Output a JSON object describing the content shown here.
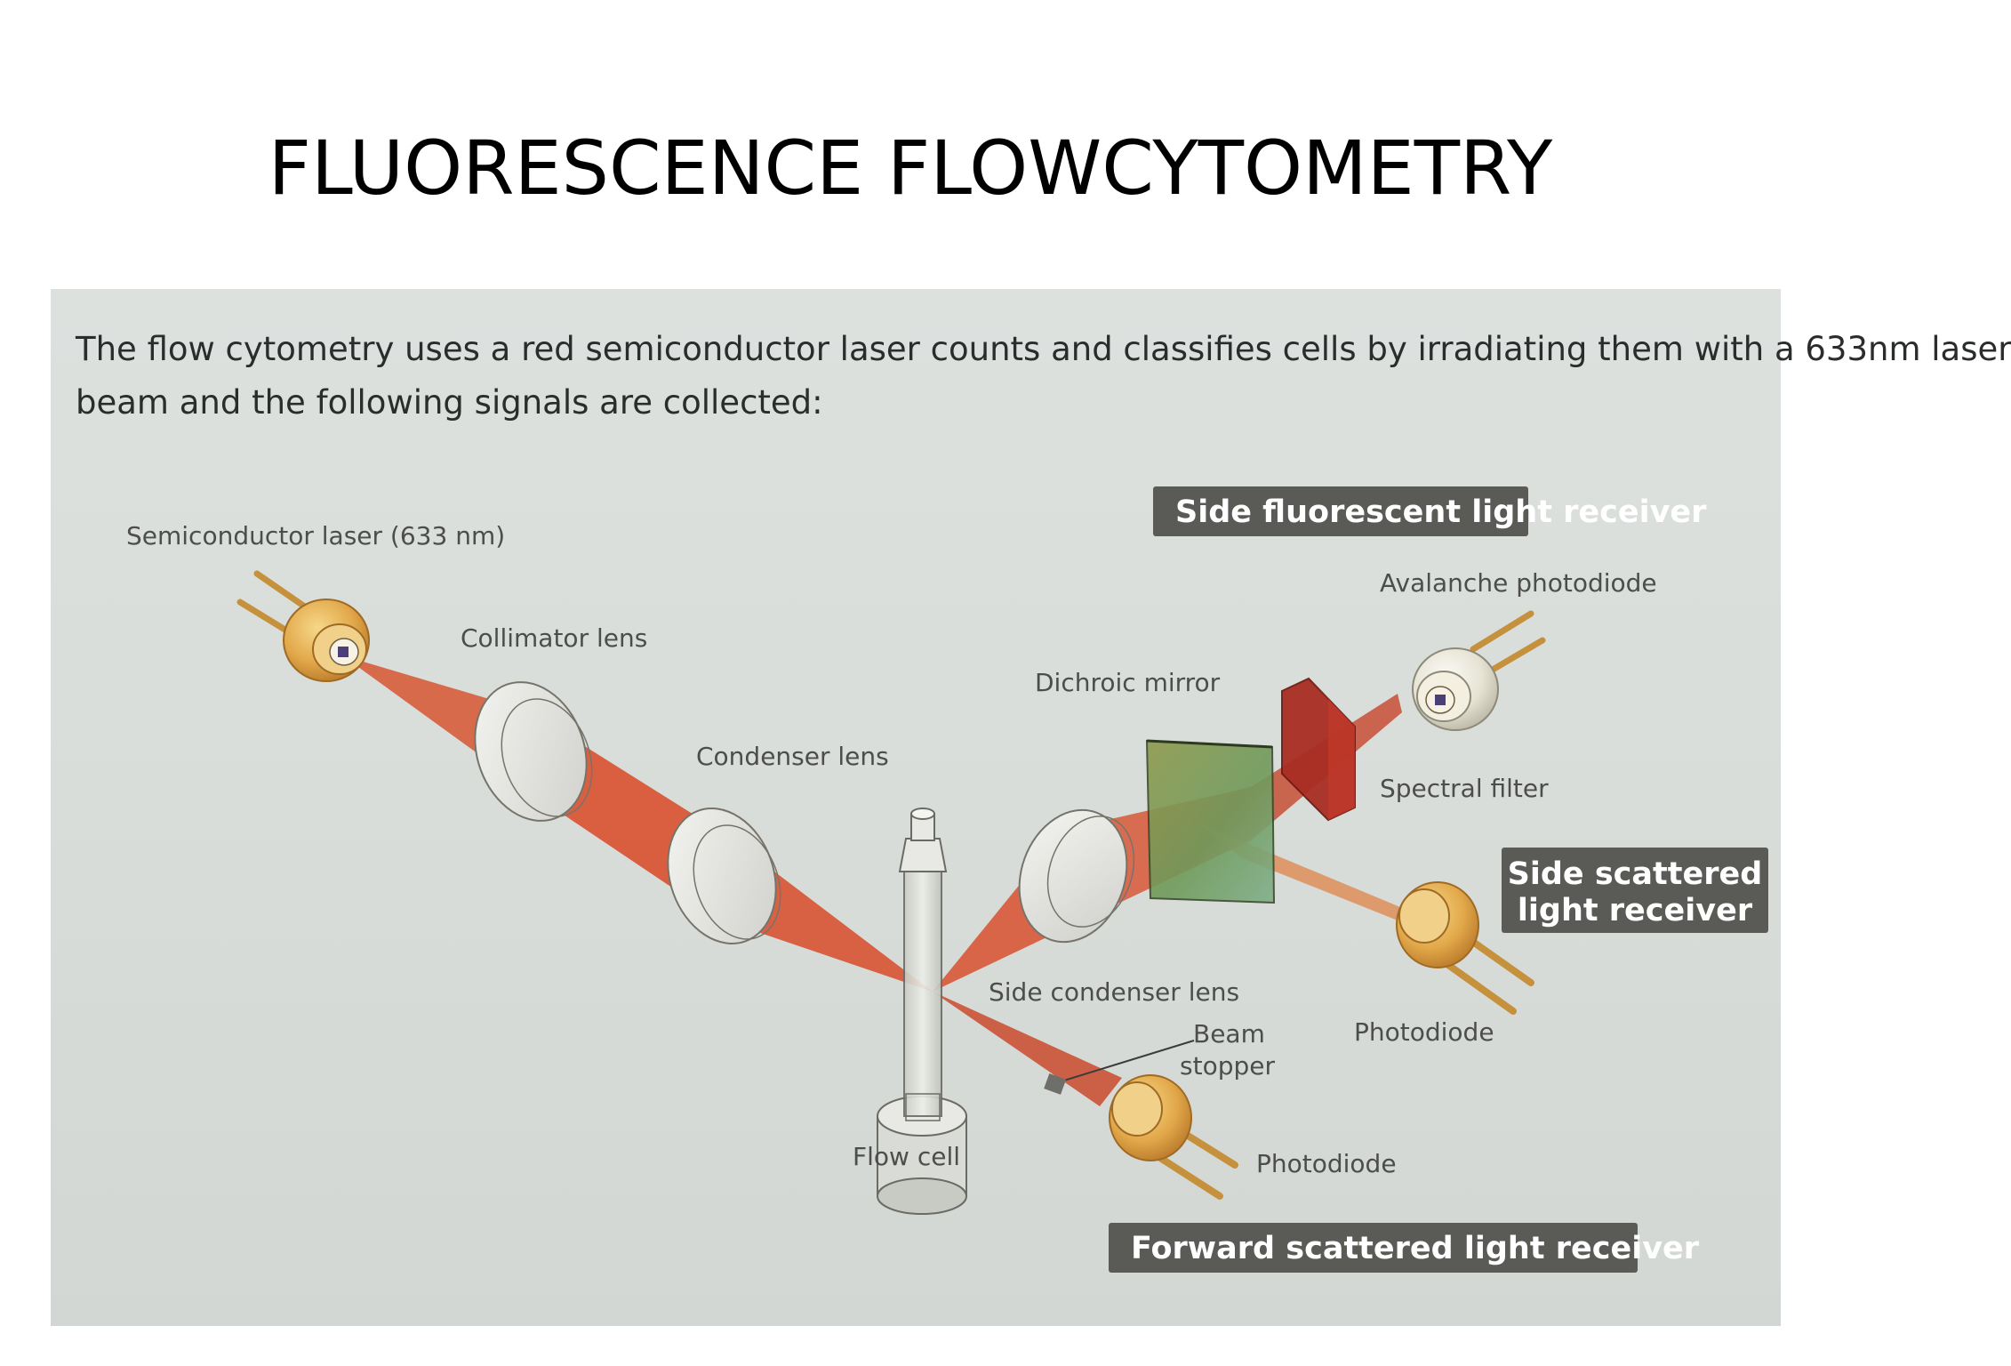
{
  "title": "FLUORESCENCE FLOWCYTOMETRY",
  "intro": {
    "line1": "The flow cytometry uses a red semiconductor laser counts and classifies cells by irradiating them with a 633nm laser",
    "line2": "beam and the following signals are collected:"
  },
  "labels": {
    "laser": "Semiconductor laser (633 nm)",
    "collimator": "Collimator lens",
    "condenser": "Condenser lens",
    "dichroic": "Dichroic mirror",
    "avalanche": "Avalanche photodiode",
    "spectral": "Spectral filter",
    "side_condenser": "Side condenser lens",
    "beam_stopper_1": "Beam",
    "beam_stopper_2": "stopper",
    "photodiode_side": "Photodiode",
    "photodiode_forward": "Photodiode",
    "flow_cell": "Flow cell"
  },
  "boxes": {
    "side_fluorescent": "Side fluorescent light receiver",
    "side_scattered_1": "Side scattered",
    "side_scattered_2": "light receiver",
    "forward_scattered": "Forward scattered light receiver"
  },
  "colors": {
    "beam": "#d8401c",
    "box": "#5a5a56",
    "photo_bg": "#dadedb",
    "diode_gold": "#e2a84a"
  }
}
